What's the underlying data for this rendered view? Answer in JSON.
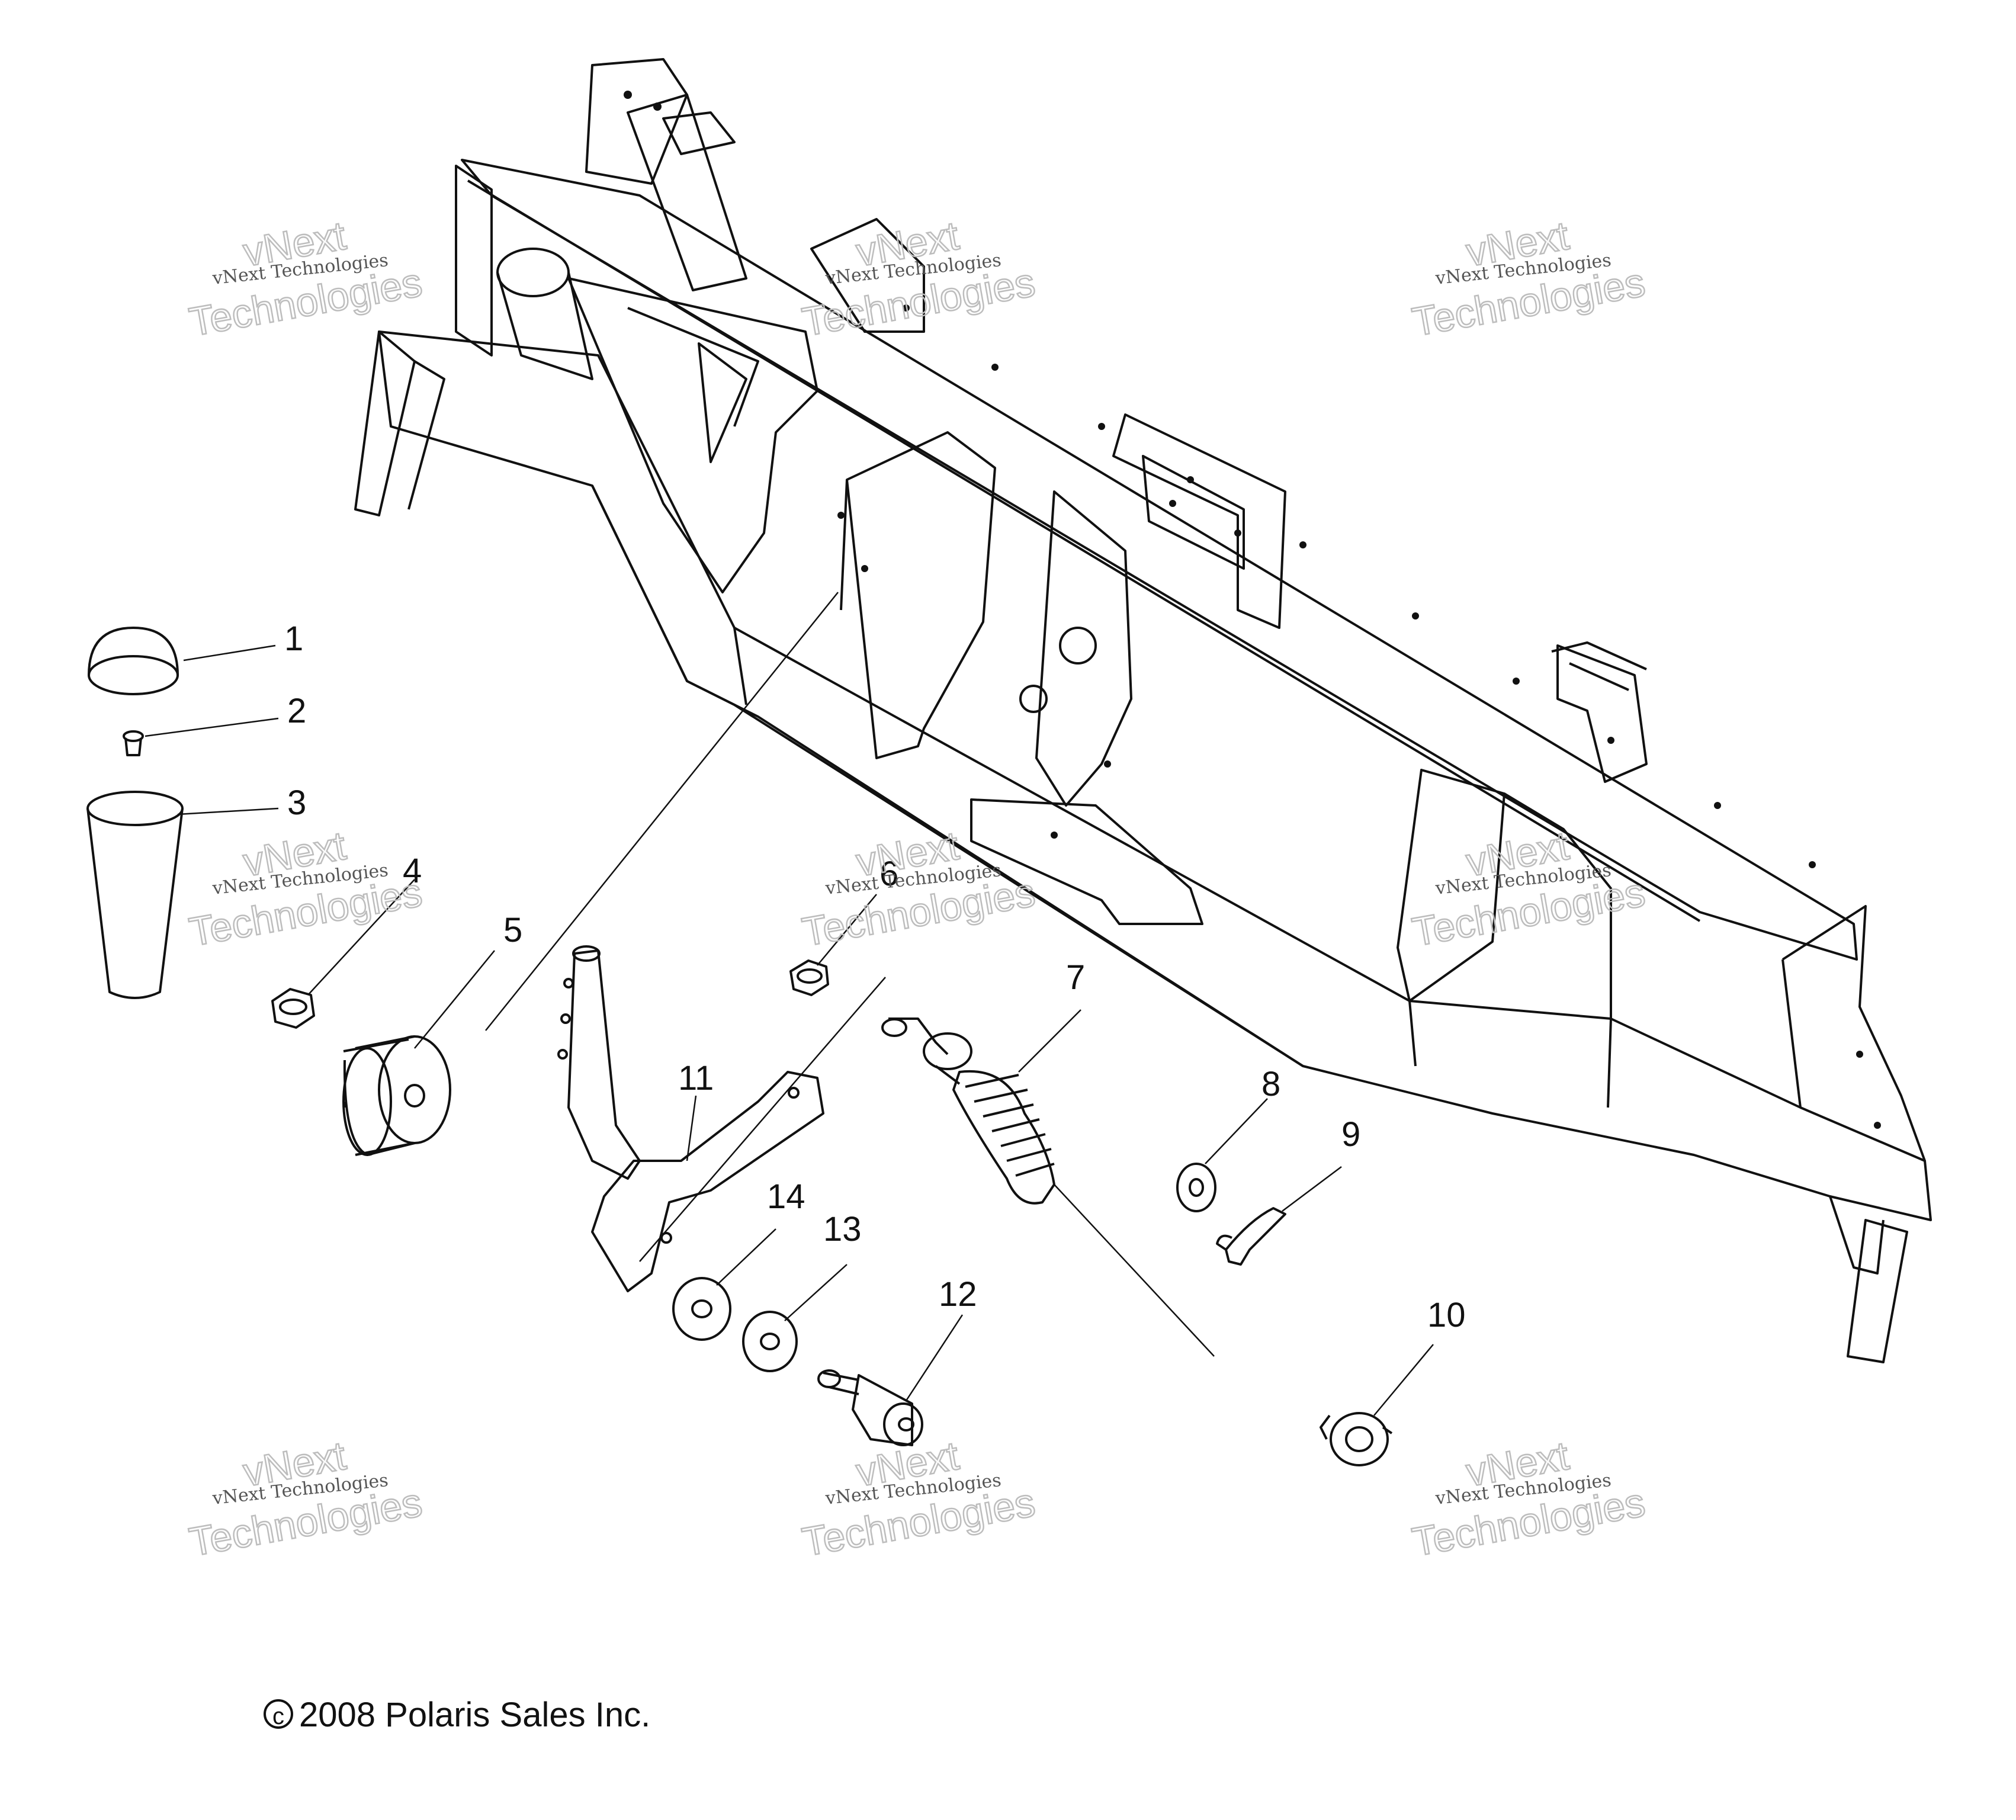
{
  "callouts": [
    "1",
    "2",
    "3",
    "4",
    "5",
    "6",
    "7",
    "8",
    "9",
    "10",
    "11",
    "12",
    "13",
    "14"
  ],
  "watermark": {
    "line1": "vNext Technologies",
    "big_line1": "vNext",
    "big_line2": "Technologies"
  },
  "copyright": {
    "symbol": "c",
    "text": "2008 Polaris Sales Inc."
  }
}
